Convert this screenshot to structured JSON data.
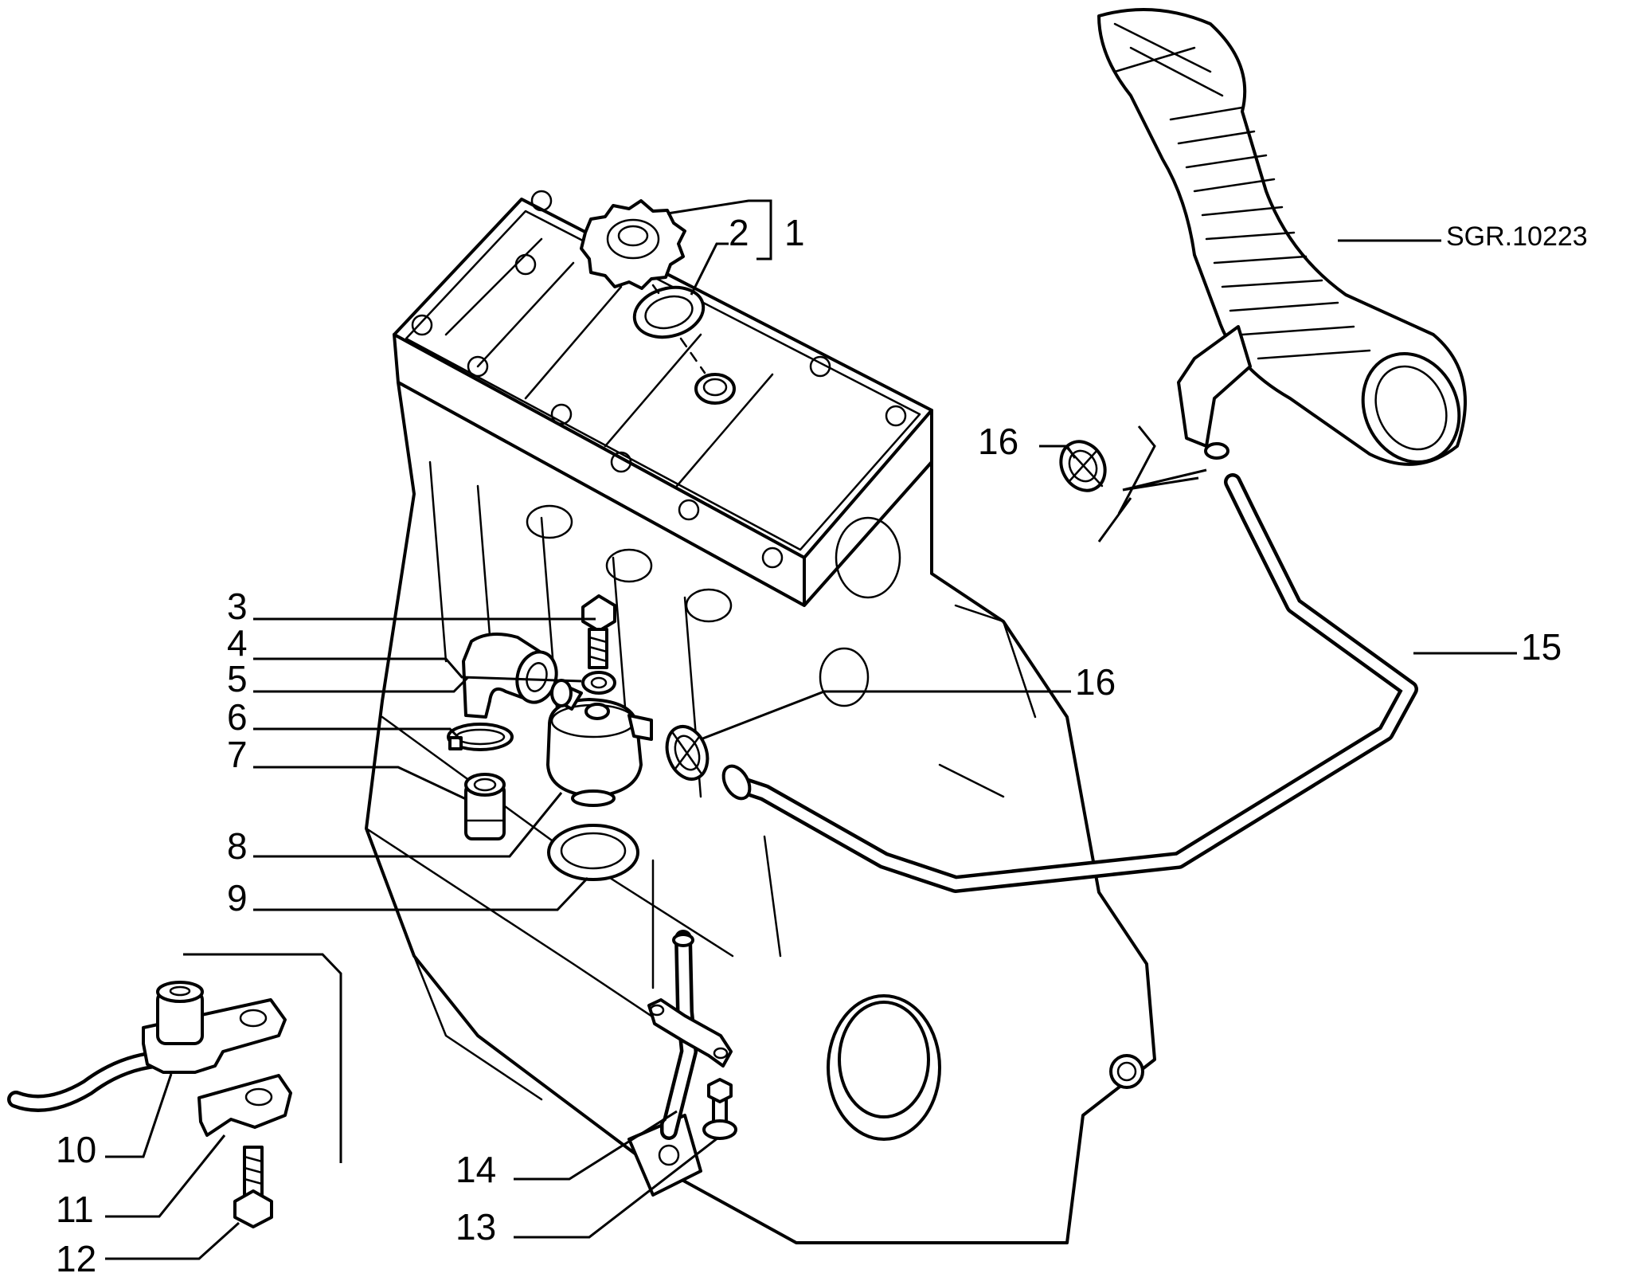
{
  "reference_code": "SGR.10223",
  "callouts": {
    "c1": "1",
    "c2": "2",
    "c3": "3",
    "c4": "4",
    "c5": "5",
    "c6": "6",
    "c7": "7",
    "c8": "8",
    "c9": "9",
    "c10": "10",
    "c11": "11",
    "c12": "12",
    "c13": "13",
    "c14": "14",
    "c15": "15",
    "c16a": "16",
    "c16b": "16"
  }
}
